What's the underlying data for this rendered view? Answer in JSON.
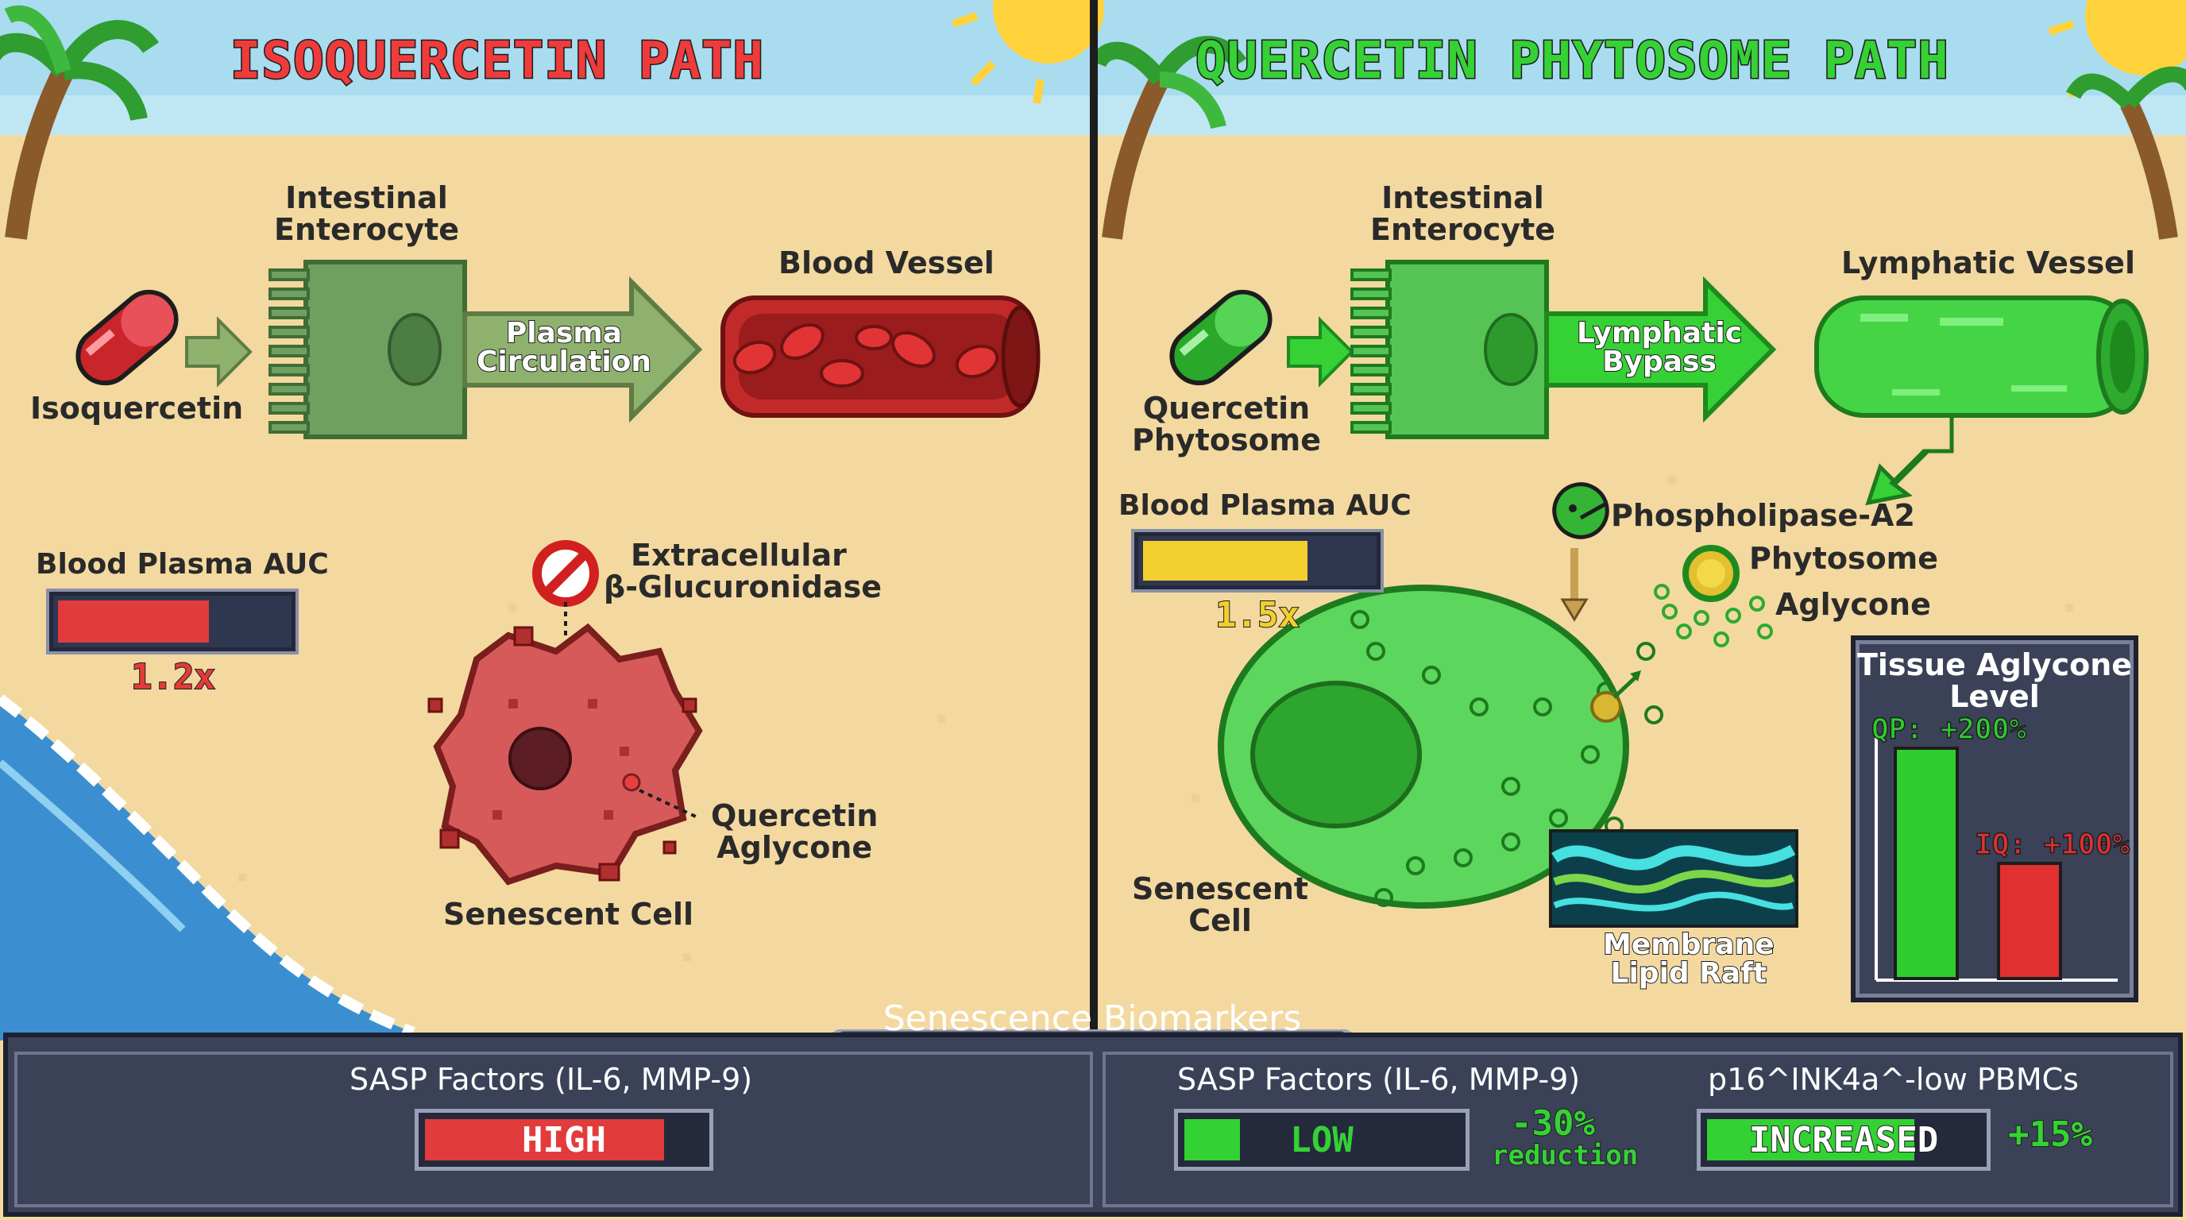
{
  "left_panel": {
    "title": "ISOQUERCETIN PATH",
    "capsule_label": "Isoquercetin",
    "enterocyte_label_1": "Intestinal",
    "enterocyte_label_2": "Enterocyte",
    "arrow_label_1": "Plasma",
    "arrow_label_2": "Circulation",
    "vessel_label": "Blood Vessel",
    "auc_label": "Blood Plasma AUC",
    "auc_value": "1.2x",
    "auc_fill_fraction": 0.66,
    "enzyme_label_1": "Extracellular",
    "enzyme_label_2": "β-Glucuronidase",
    "aglycone_label_1": "Quercetin",
    "aglycone_label_2": "Aglycone",
    "cell_label": "Senescent Cell"
  },
  "right_panel": {
    "title": "QUERCETIN PHYTOSOME PATH",
    "capsule_label_1": "Quercetin",
    "capsule_label_2": "Phytosome",
    "enterocyte_label_1": "Intestinal",
    "enterocyte_label_2": "Enterocyte",
    "arrow_label_1": "Lymphatic",
    "arrow_label_2": "Bypass",
    "vessel_label": "Lymphatic Vessel",
    "auc_label": "Blood Plasma AUC",
    "auc_value": "1.5x",
    "auc_fill_fraction": 0.72,
    "enzyme_label": "Phospholipase-A2",
    "phytosome_label": "Phytosome",
    "aglycone_label": "Aglycone",
    "cell_label_1": "Senescent",
    "cell_label_2": "Cell",
    "raft_label_1": "Membrane",
    "raft_label_2": "Lipid Raft",
    "tissue_chart": {
      "title_1": "Tissue Aglycone",
      "title_2": "Level",
      "bars": [
        {
          "label": "QP: +200%",
          "value": 200,
          "color": "#2ecc2e"
        },
        {
          "label": "IQ: +100%",
          "value": 100,
          "color": "#e03030"
        }
      ]
    }
  },
  "biomarkers": {
    "title": "Senescence Biomarkers",
    "left": {
      "label": "SASP Factors (IL-6, MMP-9)",
      "status": "HIGH",
      "fill_fraction": 0.85,
      "color": "#e23b3b"
    },
    "right_sasp": {
      "label": "SASP Factors (IL-6, MMP-9)",
      "status": "LOW",
      "fill_fraction": 0.2,
      "delta": "-30%",
      "delta_note": "reduction",
      "color": "#33d133"
    },
    "right_p16": {
      "label": "p16^INK4a^-low PBMCs",
      "status": "INCREASED",
      "fill_fraction": 0.75,
      "delta": "+15%",
      "color": "#33d133"
    }
  },
  "colors": {
    "sand": "#f3d9a0",
    "sky": "#a9dcef",
    "sea": "#3b8fd0",
    "red_accent": "#e23b3b",
    "green_accent": "#35d135",
    "panel_bg": "#3b4258"
  }
}
